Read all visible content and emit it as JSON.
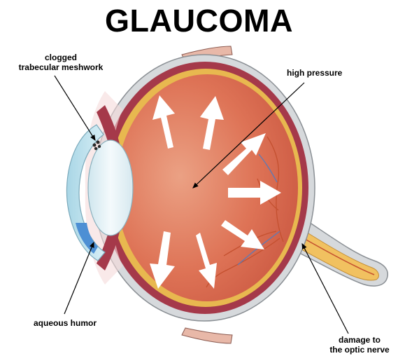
{
  "title": "GLAUCOMA",
  "labels": {
    "trabecular_line1": "clogged",
    "trabecular_line2": "trabecular meshwork",
    "high_pressure": "high pressure",
    "aqueous_humor": "aqueous humor",
    "optic_line1": "damage to",
    "optic_line2": "the optic nerve"
  },
  "colors": {
    "sclera": "#d6d9dc",
    "choroid": "#a5394a",
    "retina": "#e8b84f",
    "vitreous": "#d9654a",
    "lens": "#e6f2f6",
    "cornea": "#b8e0ec",
    "aqueous": "#4d8fd4",
    "optic_nerve": "#f1c160",
    "arrow": "#ffffff"
  }
}
